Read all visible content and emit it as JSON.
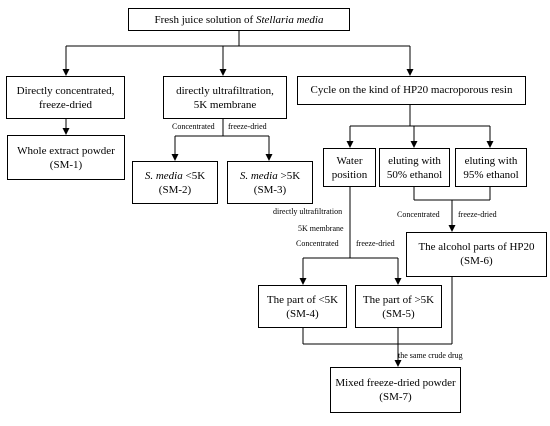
{
  "colors": {
    "line": "#000000",
    "box_border": "#000000",
    "background": "#ffffff"
  },
  "boxes": {
    "top": {
      "pre": "Fresh juice solution  of ",
      "italic": "Stellaria media"
    },
    "direct_conc": {
      "line1": "Directly  concentrated,",
      "line2": "freeze-dried"
    },
    "direct_uf": {
      "line1": "directly ultrafiltration,",
      "line2": "5K  membrane"
    },
    "cycle_hp20": {
      "text": "Cycle on the kind of HP20 macroporous resin"
    },
    "whole": {
      "line1": "Whole extract powder",
      "line2": "(SM-1)"
    },
    "sm2": {
      "italic": "S. media",
      "rest": " <5K",
      "line2": "(SM-2)"
    },
    "sm3": {
      "italic": "S. media",
      "rest": " >5K",
      "line2": "(SM-3)"
    },
    "water": {
      "line1": "Water",
      "line2": "position"
    },
    "eth50": {
      "line1": "eluting with",
      "line2": "50% ethanol"
    },
    "eth95": {
      "line1": "eluting with",
      "line2": "95% ethanol"
    },
    "sm6": {
      "line1": "The  alcohol parts of HP20",
      "line2": "(SM-6)"
    },
    "sm4": {
      "line1": "The part of <5K",
      "line2": "(SM-4)"
    },
    "sm5": {
      "line1": "The part of >5K",
      "line2": "(SM-5)"
    },
    "sm7": {
      "line1": "Mixed freeze-dried powder",
      "line2": "(SM-7)"
    }
  },
  "labels": {
    "conc_a": "Concentrated",
    "fd_a": "freeze-dried",
    "conc_b": "Concentrated",
    "fd_b": "freeze-dried",
    "uf_line1": "directly ultrafiltration",
    "uf_line2": "5K membrane",
    "conc_c": "Concentrated",
    "fd_c": "freeze-dried",
    "same_crude": "the same crude drug"
  }
}
